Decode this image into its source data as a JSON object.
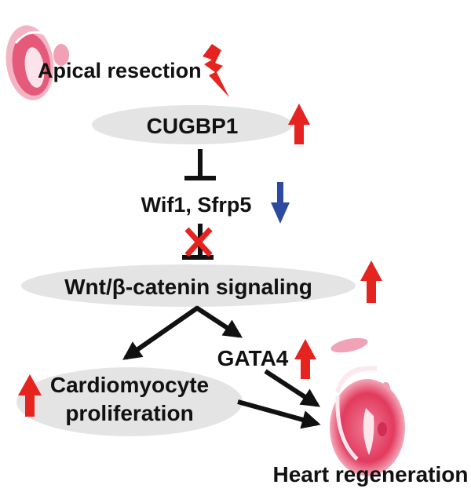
{
  "diagram": {
    "title": "CUGBP1-mediated heart regeneration pathway",
    "colors": {
      "up_arrow": "#e5231f",
      "down_arrow": "#2d4aa0",
      "node_fill": "#e4e4e4",
      "edge": "#111111",
      "block_mark": "#e5231f",
      "tissue": "#e23a5e"
    },
    "nodes": {
      "apical_resection": {
        "label": "Apical resection",
        "icon": "lightning-bolt-icon"
      },
      "cugbp1": {
        "label": "CUGBP1",
        "regulation": "up"
      },
      "wif1_sfrp5": {
        "label": "Wif1, Sfrp5",
        "regulation": "down"
      },
      "wnt": {
        "label": "Wnt/β-catenin signaling",
        "regulation": "up"
      },
      "gata4": {
        "label": "GATA4",
        "regulation": "up"
      },
      "cardiomyocyte": {
        "label_line1": "Cardiomyocyte",
        "label_line2": "proliferation",
        "regulation": "up"
      },
      "heart_regeneration": {
        "label": "Heart regeneration"
      }
    },
    "edges": [
      {
        "from": "apical_resection",
        "to": "cugbp1",
        "type": "trigger"
      },
      {
        "from": "cugbp1",
        "to": "wif1_sfrp5",
        "type": "inhibit"
      },
      {
        "from": "wif1_sfrp5",
        "to": "wnt",
        "type": "inhibit-blocked"
      },
      {
        "from": "wnt",
        "to": "cardiomyocyte",
        "type": "activate"
      },
      {
        "from": "wnt",
        "to": "gata4",
        "type": "activate"
      },
      {
        "from": "gata4",
        "to": "heart_regeneration",
        "type": "activate"
      },
      {
        "from": "cardiomyocyte",
        "to": "heart_regeneration",
        "type": "activate"
      }
    ]
  }
}
